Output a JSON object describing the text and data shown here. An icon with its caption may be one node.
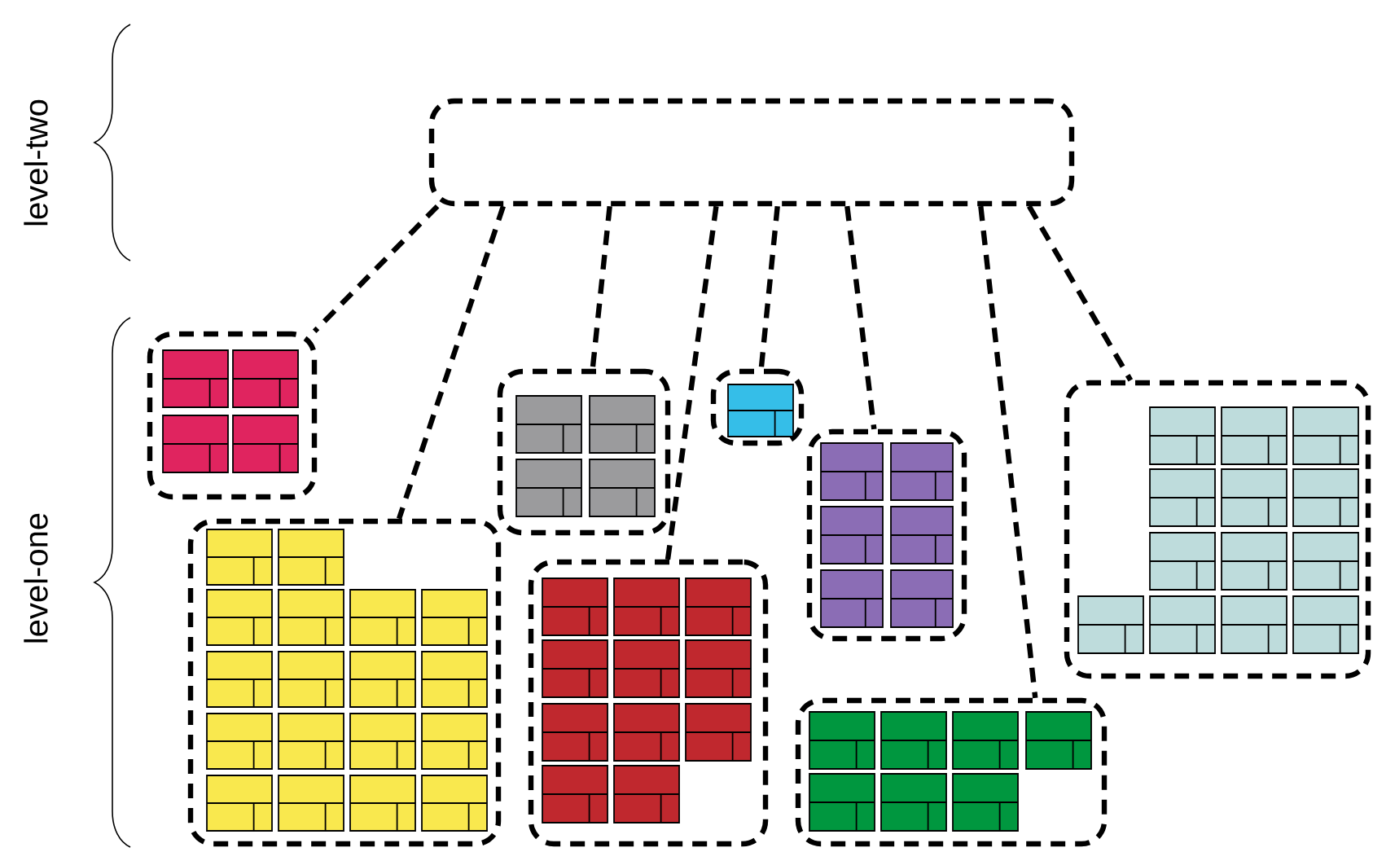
{
  "diagram": {
    "nodes": [
      {
        "text": [],
        "shape": "box"
      },
      {
        "text": [],
        "shape": "box"
      },
      {
        "text": [],
        "shape": "box"
      },
      {
        "text": [],
        "shape": "box"
      },
      {
        "text": [],
        "shape": "box"
      },
      {
        "text": [],
        "shape": "box"
      },
      {
        "text": [],
        "shape": "box"
      },
      {
        "text": [],
        "shape": "box"
      },
      {
        "text": [],
        "shape": "box"
      }
    ],
    "edges": [
      {
        "from": 0,
        "to": 1,
        "arrow": "none",
        "style": "dashed"
      },
      {
        "from": 0,
        "to": 6,
        "arrow": "none",
        "style": "dashed"
      },
      {
        "from": 0,
        "to": 2,
        "arrow": "none",
        "style": "dashed"
      },
      {
        "from": 0,
        "to": 7,
        "arrow": "none",
        "style": "dashed"
      },
      {
        "from": 0,
        "to": 3,
        "arrow": "none",
        "style": "dashed"
      },
      {
        "from": 0,
        "to": 4,
        "arrow": "none",
        "style": "dashed"
      },
      {
        "from": 0,
        "to": 8,
        "arrow": "none",
        "style": "dashed"
      },
      {
        "from": 0,
        "to": 5,
        "arrow": "none",
        "style": "dashed"
      }
    ],
    "labels": [
      "level-two",
      "level-one"
    ]
  }
}
